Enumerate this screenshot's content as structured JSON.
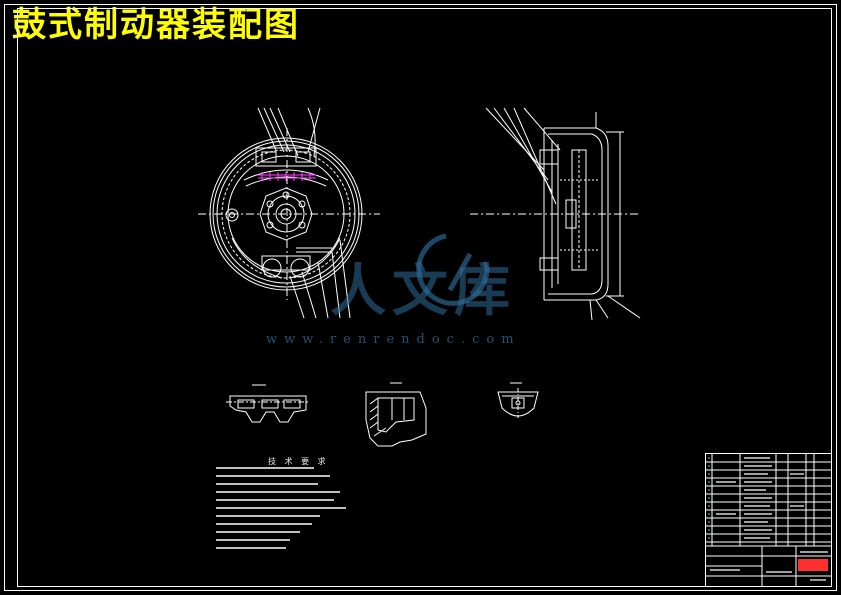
{
  "drawing": {
    "title": "鼓式制动器装配图",
    "watermark_logo": "人文库",
    "watermark_url": "www.renrendoc.com",
    "requirements_title": "技 术 要 求",
    "colors": {
      "background": "#000000",
      "title": "#ffff00",
      "line": "#ffffff",
      "accent": "#ff44ff",
      "watermark": "#2f6d99"
    }
  }
}
